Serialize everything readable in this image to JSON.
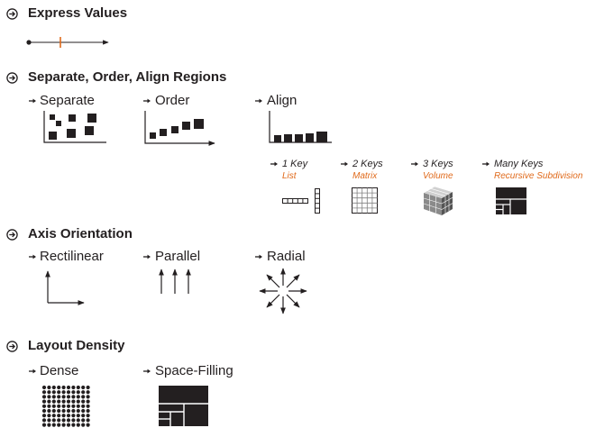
{
  "colors": {
    "ink": "#231f20",
    "accent": "#e06a1b",
    "grid": "#808080"
  },
  "icons": [
    "circle-arrow-icon",
    "arrow-icon"
  ],
  "sections": {
    "express": {
      "title": "Express Values"
    },
    "regions": {
      "title": "Separate, Order, Align Regions",
      "separate": "Separate",
      "order": "Order",
      "align": "Align",
      "keys": [
        {
          "label": "1 Key",
          "sub": "List"
        },
        {
          "label": "2  Keys",
          "sub": "Matrix"
        },
        {
          "label": "3 Keys",
          "sub": "Volume"
        },
        {
          "label": "Many Keys",
          "sub": "Recursive Subdivision"
        }
      ]
    },
    "axis": {
      "title": "Axis Orientation",
      "rectilinear": "Rectilinear",
      "parallel": "Parallel",
      "radial": "Radial"
    },
    "density": {
      "title": "Layout Density",
      "dense": "Dense",
      "space_filling": "Space-Filling"
    }
  }
}
